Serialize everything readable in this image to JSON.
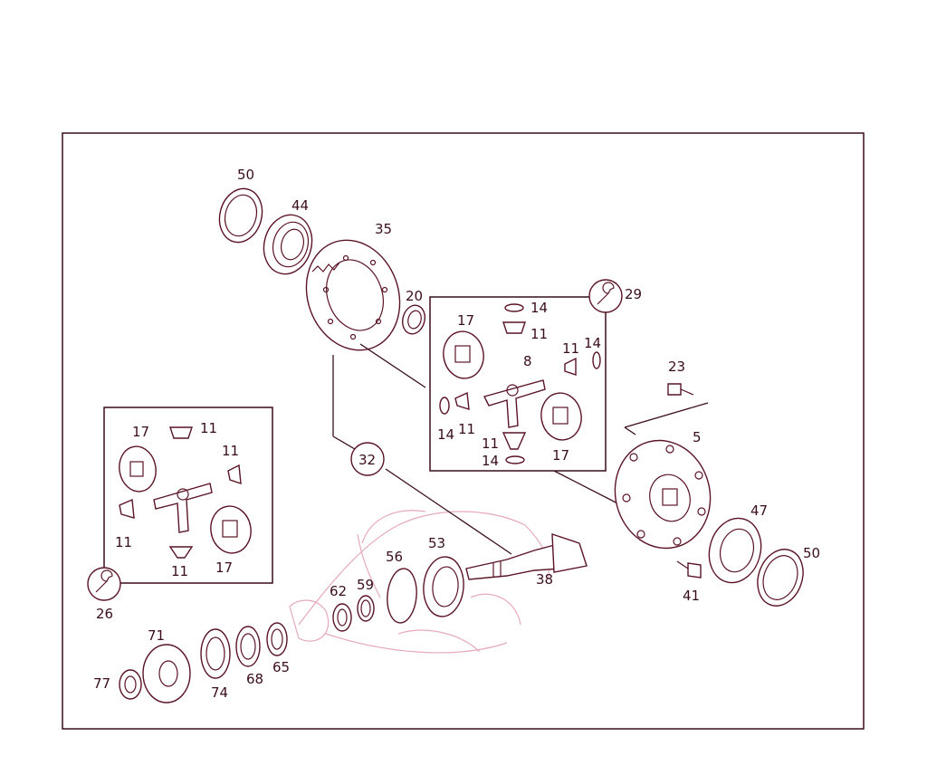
{
  "diagram": {
    "labels": {
      "l50a": "50",
      "l44": "44",
      "l35": "35",
      "l20": "20",
      "l29": "29",
      "l14a": "14",
      "l17a": "17",
      "l11a": "11",
      "l11b": "11",
      "l14b": "14",
      "l8": "8",
      "l14c": "14",
      "l11c": "11",
      "l11d": "11",
      "l14d": "14",
      "l17b": "17",
      "l23": "23",
      "l5": "5",
      "l32": "32",
      "l17c": "17",
      "l11e": "11",
      "l11f": "11",
      "l11g": "11",
      "l11h": "11",
      "l17d": "17",
      "l26": "26",
      "l47": "47",
      "l50b": "50",
      "l41": "41",
      "l56": "56",
      "l53": "53",
      "l38": "38",
      "l62": "62",
      "l59": "59",
      "l71": "71",
      "l77": "77",
      "l74": "74",
      "l68": "68",
      "l65": "65"
    },
    "colors": {
      "line": "#3a0d1a",
      "part": "#5a1426",
      "ghost": "#e6a9bd"
    },
    "icons": {
      "tool_a": "wrench-icon",
      "tool_b": "wrench-icon"
    }
  }
}
